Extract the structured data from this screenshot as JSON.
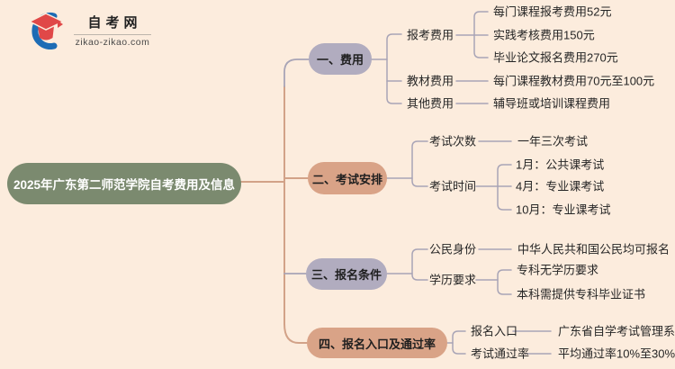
{
  "logo": {
    "title": "自考网",
    "domain": "zikao-zikao.com"
  },
  "colors": {
    "background": "#fcecdd",
    "root_fill": "#7b8a6f",
    "root_text": "#ffffff",
    "pill_gray": "#b1acbf",
    "pill_salmon": "#d9a387",
    "line_gray": "#a8a4b6",
    "line_salmon": "#d2a288",
    "logo_blue": "#1d6cb5",
    "logo_red": "#e04848"
  },
  "mindmap": {
    "root": "2025年广东第二师范学院自考费用及信息",
    "branches": [
      {
        "label": "一、费用",
        "color": "gray",
        "children": [
          {
            "label": "报考费用",
            "leaves": [
              "每门课程报考费用52元",
              "实践考核费用150元",
              "毕业论文报名费用270元"
            ]
          },
          {
            "label": "教材费用",
            "leaves": [
              "每门课程教材费用70元至100元"
            ]
          },
          {
            "label": "其他费用",
            "leaves": [
              "辅导班或培训课程费用"
            ]
          }
        ]
      },
      {
        "label": "二、考试安排",
        "color": "salmon",
        "children": [
          {
            "label": "考试次数",
            "leaves": [
              "一年三次考试"
            ]
          },
          {
            "label": "考试时间",
            "leaves": [
              "1月：公共课考试",
              "4月：专业课考试",
              "10月：专业课考试"
            ]
          }
        ]
      },
      {
        "label": "三、报名条件",
        "color": "gray",
        "children": [
          {
            "label": "公民身份",
            "leaves": [
              "中华人民共和国公民均可报名"
            ]
          },
          {
            "label": "学历要求",
            "leaves": [
              "专科无学历要求",
              "本科需提供专科毕业证书"
            ]
          }
        ]
      },
      {
        "label": "四、报名入口及通过率",
        "color": "salmon",
        "children": [
          {
            "label": "报名入口",
            "leaves": [
              "广东省自学考试管理系统"
            ]
          },
          {
            "label": "考试通过率",
            "leaves": [
              "平均通过率10%至30%"
            ]
          }
        ]
      }
    ]
  }
}
